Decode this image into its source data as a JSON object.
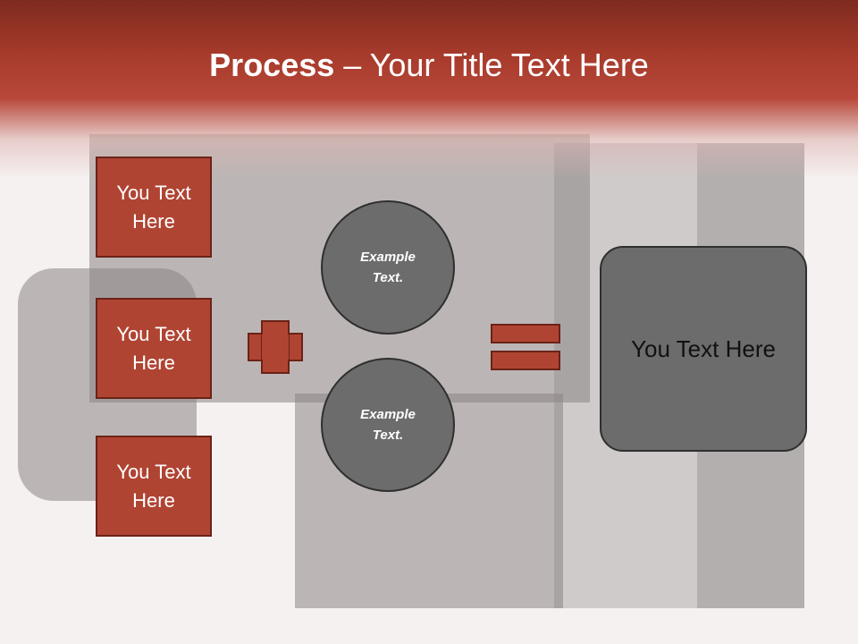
{
  "header": {
    "title_bold": "Process",
    "title_rest": " – Your Title Text Here"
  },
  "left_boxes": [
    {
      "label": "You Text Here"
    },
    {
      "label": "You Text Here"
    },
    {
      "label": "You Text Here"
    }
  ],
  "circles": [
    {
      "label": "Example Text."
    },
    {
      "label": "Example Text."
    }
  ],
  "result": {
    "label": "You Text Here"
  },
  "colors": {
    "header_dark": "#7e2b1f",
    "box_fill": "#b04433",
    "circle_fill": "#6c6c6c"
  },
  "icons": {
    "operator_1": "plus-sign",
    "operator_2": "equals-sign"
  }
}
